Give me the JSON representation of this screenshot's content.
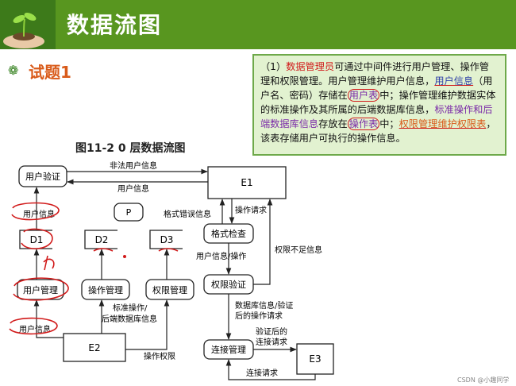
{
  "header": {
    "title": "数据流图"
  },
  "question": {
    "title": "试题1"
  },
  "info": {
    "p1": "（1）",
    "p2": "数据管理员",
    "p3": "可通过中间件进行用户管理、操作管理和权限管理。用户管理维护用户信息，",
    "p4": "用户信息",
    "p5": "（用户名、密码）存储在",
    "p6": "用户表",
    "p7": "中；操作管理维护数据实体的标准操作及其所属的后端数据库信息，",
    "p8": "标准操作和后端数据库信息",
    "p9": "存放在",
    "p10": "操作表",
    "p11": "中；",
    "p12": "权限管理维护权限表",
    "p13": "，该表存储用户可执行的操作信息。"
  },
  "diagram": {
    "title": "图11-2  0 层数据流图",
    "nodes": {
      "user_verify": "用户验证",
      "e1": "E1",
      "p": "P",
      "d1": "D1",
      "d2": "D2",
      "d3": "D3",
      "format_check": "格式检查",
      "user_mgmt": "用户管理",
      "op_mgmt": "操作管理",
      "perm_mgmt": "权限管理",
      "perm_verify": "权限验证",
      "e2": "E2",
      "conn_mgmt": "连接管理",
      "e3": "E3"
    },
    "flows": {
      "illegal_user": "非法用户信息",
      "user_info_back": "用户信息",
      "user_info_d1": "用户信息",
      "format_error": "格式错误信息",
      "op_request": "操作请求",
      "user_info_op": "用户信息/操作",
      "insufficient_perm": "权限不足信息",
      "std_op_1": "标准操作/",
      "std_op_2": "后端数据库信息",
      "user_info_e2": "用户信息",
      "op_perm": "操作权限",
      "db_verify_1": "数据库信息/验证",
      "db_verify_2": "后的操作请求",
      "verified_1": "验证后的",
      "verified_2": "连接请求",
      "conn_request": "连接请求"
    }
  },
  "watermark": "CSDN @小趣同学",
  "colors": {
    "header_green": "#58961f",
    "box_bg": "#e2f2d0",
    "annotation_red": "#d11a1a"
  }
}
